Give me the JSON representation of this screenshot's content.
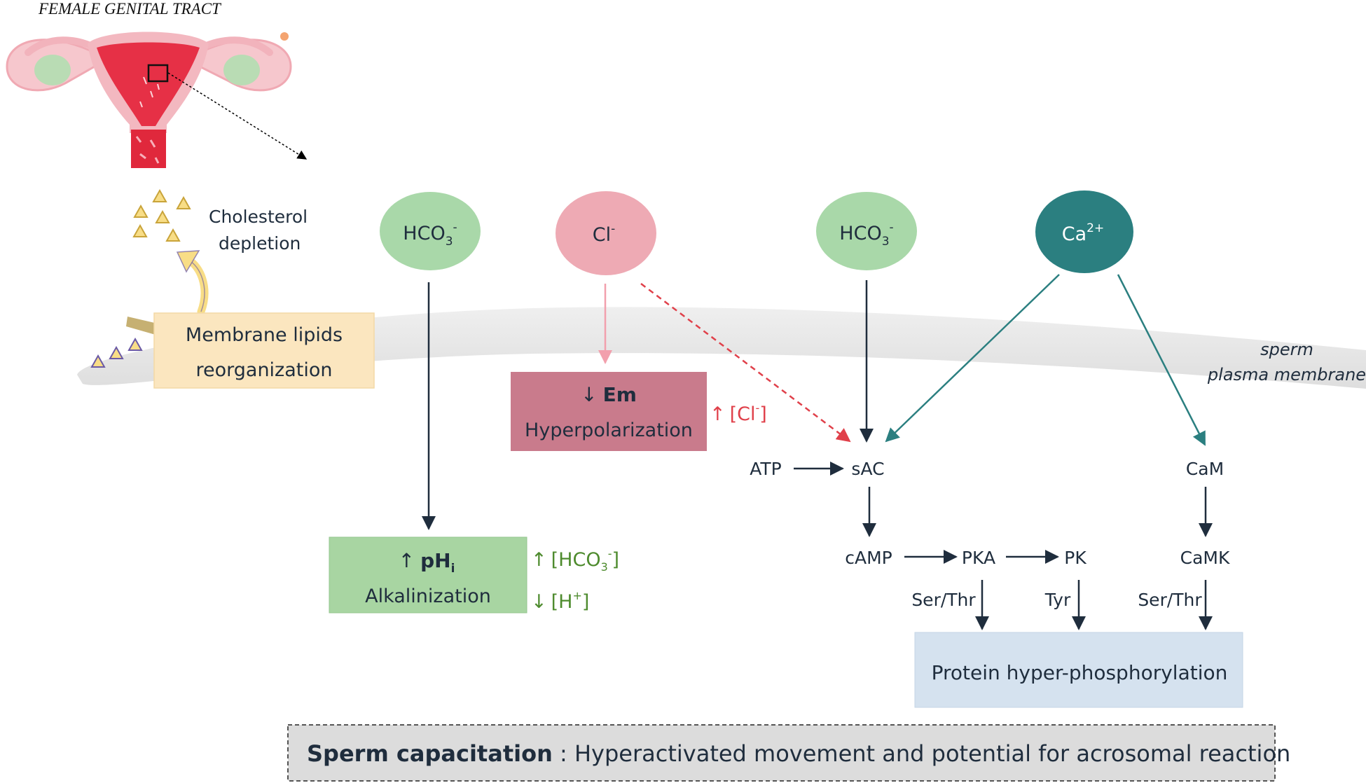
{
  "header": {
    "title": "FEMALE GENITAL TRACT"
  },
  "cholesterol": {
    "line1": "Cholesterol",
    "line2": "depletion"
  },
  "membrane_lipids": {
    "line1": "Membrane lipids",
    "line2": "reorganization"
  },
  "membrane_label": {
    "line1": "sperm",
    "line2": "plasma membrane"
  },
  "ions": {
    "hco3_left": {
      "base": "HCO",
      "sub": "3",
      "sup": "-"
    },
    "cl": {
      "base": "Cl",
      "sup": "-"
    },
    "hco3_right": {
      "base": "HCO",
      "sub": "3",
      "sup": "-"
    },
    "ca": {
      "base": "Ca",
      "sup": "2+"
    }
  },
  "alkalinization": {
    "arrow": "↑",
    "ph": "pH",
    "ph_sub": "i",
    "label": "Alkalinization",
    "hco3_up": "↑",
    "hco3_open": "[HCO",
    "hco3_sub": "3",
    "hco3_sup": "-",
    "hco3_close": "]",
    "h_down": "↓",
    "h_open": "[H",
    "h_sup": "+",
    "h_close": "]"
  },
  "hyperpolarization": {
    "arrow": "↓",
    "em": "Em",
    "label": "Hyperpolarization",
    "cl_up": "↑",
    "cl_open": "[Cl",
    "cl_sup": "-",
    "cl_close": "]"
  },
  "pathway": {
    "atp": "ATP",
    "sac": "sAC",
    "camp": "cAMP",
    "pka": "PKA",
    "pk": "PK",
    "cam": "CaM",
    "camk": "CaMK",
    "ser_thr_1": "Ser/Thr",
    "tyr": "Tyr",
    "ser_thr_2": "Ser/Thr"
  },
  "protein": {
    "label": "Protein hyper-phosphorylation"
  },
  "footer": {
    "bold": "Sperm capacitation",
    "rest": " : Hyperactivated movement and potential for acrosomal reaction"
  },
  "colors": {
    "green_fill": "#a8d5a2",
    "green_ellipse": "#a9d8a9",
    "pink_ellipse": "#eeaab4",
    "pink_box": "#c97b8c",
    "teal": "#2b7f80",
    "yellow_box": "#fbe6bf",
    "blue_box": "#d5e2ef",
    "navy": "#1f2d3d",
    "red": "#e0404a",
    "green_text": "#4e8b2e"
  },
  "icons": [
    "uterus-illustration",
    "cholesterol-triangle-icon",
    "curved-arrow-icon"
  ]
}
